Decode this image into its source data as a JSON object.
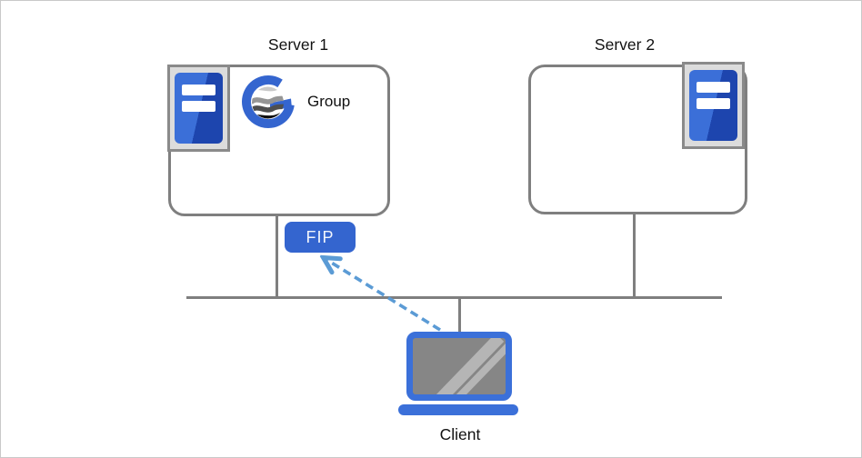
{
  "labels": {
    "server1": "Server 1",
    "server2": "Server 2",
    "group": "Group",
    "fip": "FIP",
    "client": "Client"
  },
  "icons": {
    "server1": "server-tower-icon",
    "server2": "server-tower-icon",
    "group": "group-globe-icon",
    "client": "laptop-icon",
    "arrow": "dashed-arrow-icon"
  },
  "colors": {
    "accent_blue": "#3465cf",
    "tower_blue_light": "#3b6fd8",
    "tower_blue_dark": "#1d45ae",
    "laptop_blue": "#3b70d9",
    "arrow_blue": "#5b9bd5",
    "line_gray": "#7f7f7f",
    "icon_bg_gray": "#dcdcdc",
    "screen_gray": "#868686",
    "fip_text": "#f2f5fc"
  }
}
